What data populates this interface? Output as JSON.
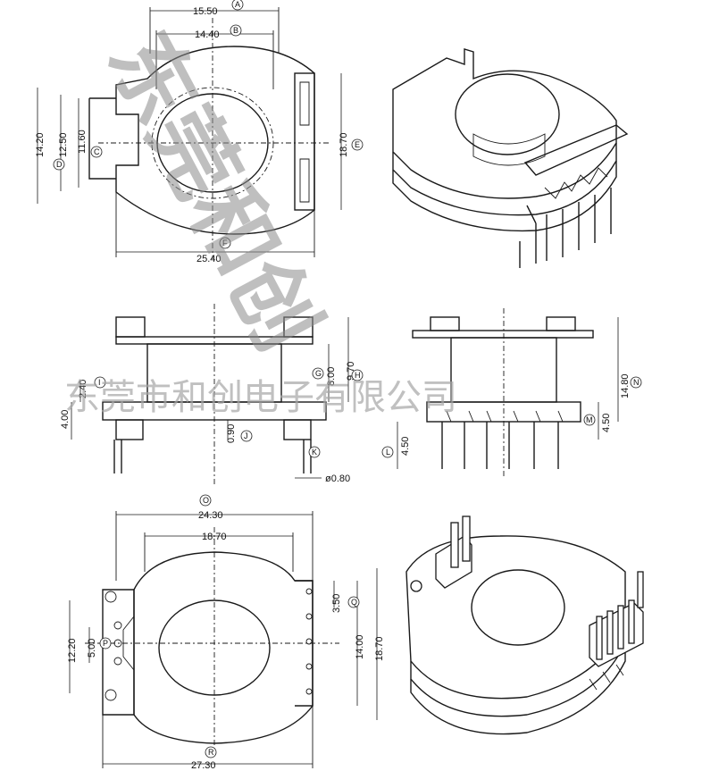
{
  "dims": {
    "a": "15.50",
    "b": "14.40",
    "c": "11.60",
    "d": "12.50",
    "e": "14.20",
    "f": "18.70",
    "g": "25.40",
    "h": "8.00",
    "i": "9.70",
    "j": "2.40",
    "k": "4.00",
    "l": "0.90",
    "m": "ø0.80",
    "n": "4.50",
    "o": "14.80",
    "p": "4.50",
    "q": "24.30",
    "r": "18.70",
    "s": "3.50",
    "t": "12.20",
    "u": "5.00",
    "v": "14.00",
    "w": "18.70",
    "x": "27.30"
  },
  "tags": {
    "a": "A",
    "b": "B",
    "c": "C",
    "d": "D",
    "e": "E",
    "f": "F",
    "g": "G",
    "h": "H",
    "i": "I",
    "j": "J",
    "k": "K",
    "l": "L",
    "m": "M",
    "n": "N",
    "o": "O",
    "p": "P",
    "q": "Q",
    "r": "R"
  },
  "watermark": {
    "main": "东莞和创",
    "company": "东莞市和创电子有限公司"
  }
}
